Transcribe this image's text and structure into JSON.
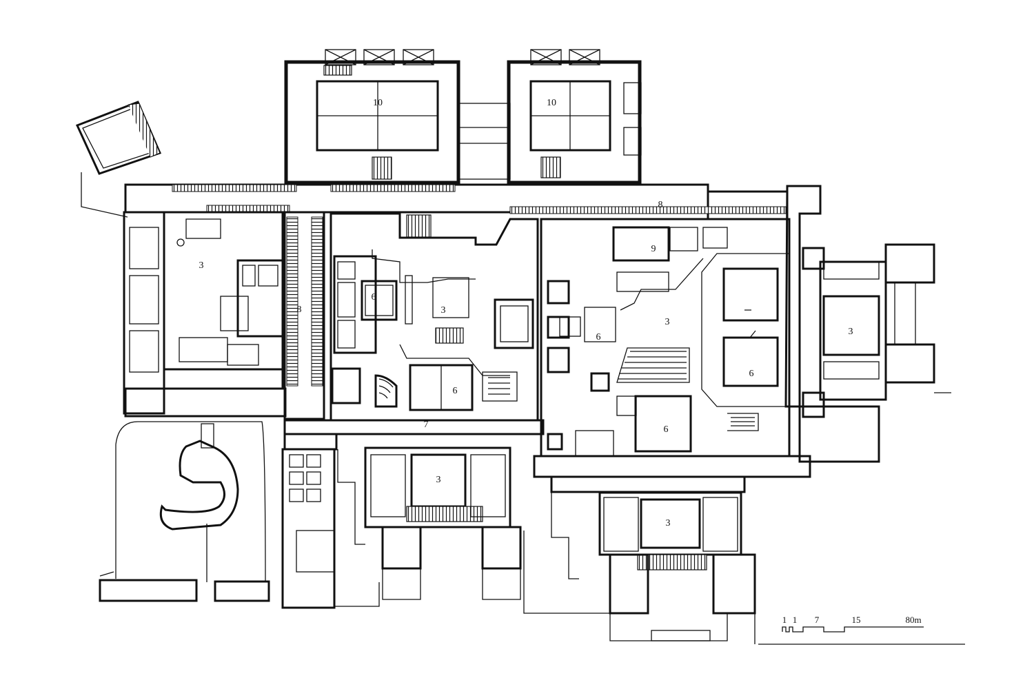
{
  "labels": {
    "block_a": "10",
    "block_b": "10",
    "court_west": "3",
    "court_central": "3",
    "court_east": "3",
    "court_far_east": "3",
    "court_south_1": "3",
    "court_south_2": "3",
    "corridor_north": "8",
    "corridor_west": "8",
    "corridor_south": "7",
    "canteen": "9",
    "lab_1": "6",
    "lab_2": "6",
    "lab_3": "6",
    "lab_4": "6",
    "lab_5": "6"
  },
  "scale_bar": {
    "ticks": [
      "1",
      "1",
      "7",
      "15",
      "80m"
    ]
  }
}
